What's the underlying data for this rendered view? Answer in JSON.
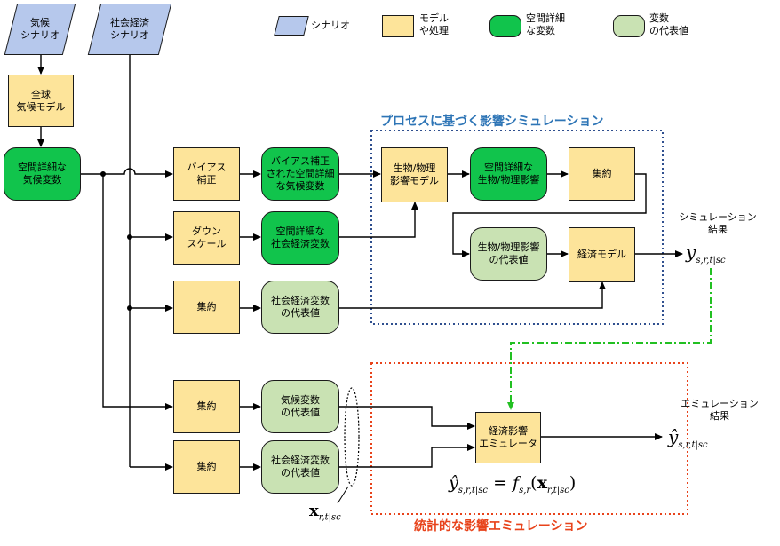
{
  "legend": {
    "scenario": "シナリオ",
    "model": "モデル\nや処理",
    "spatial": "空間詳細\nな変数",
    "representative": "変数\nの代表値"
  },
  "scenarios": {
    "climate": "気候\nシナリオ",
    "socioeconomic": "社会経済\nシナリオ"
  },
  "nodes": {
    "global_climate_model": "全球\n気候モデル",
    "spatial_climate": "空間詳細な\n気候変数",
    "bias_correction": "バイアス\n補正",
    "bias_corrected": "バイアス補正\nされた空間詳細\nな気候変数",
    "downscale": "ダウン\nスケール",
    "spatial_socio": "空間詳細な\n社会経済変数",
    "aggregate1": "集約",
    "socio_rep1": "社会経済変数\nの代表値",
    "bio_model": "生物/物理\n影響モデル",
    "spatial_bio": "空間詳細な\n生物/物理影響",
    "aggregate2": "集約",
    "bio_rep": "生物/物理影響\nの代表値",
    "econ_model": "経済モデル",
    "aggregate3": "集約",
    "climate_rep": "気候変数\nの代表値",
    "aggregate4": "集約",
    "socio_rep2": "社会経済変数\nの代表値",
    "emulator": "経済影響\nエミュレータ"
  },
  "regions": {
    "process_title": "プロセスに基づく影響シミュレーション",
    "emulation_title": "統計的な影響エミュレーション"
  },
  "results": {
    "simulation_label": "シミュレーション\n結果",
    "emulation_label": "エミュレーション\n結果"
  },
  "colors": {
    "model": "#fde49a",
    "spatial": "#11c44c",
    "representative": "#c9e2b3",
    "scenario": "#b6c8ec",
    "process_border": "#2f4f8f",
    "emulation_border": "#e8431b",
    "process_title": "#2e75b6",
    "emulation_title": "#e8431b",
    "feedback_line": "#22c022"
  }
}
